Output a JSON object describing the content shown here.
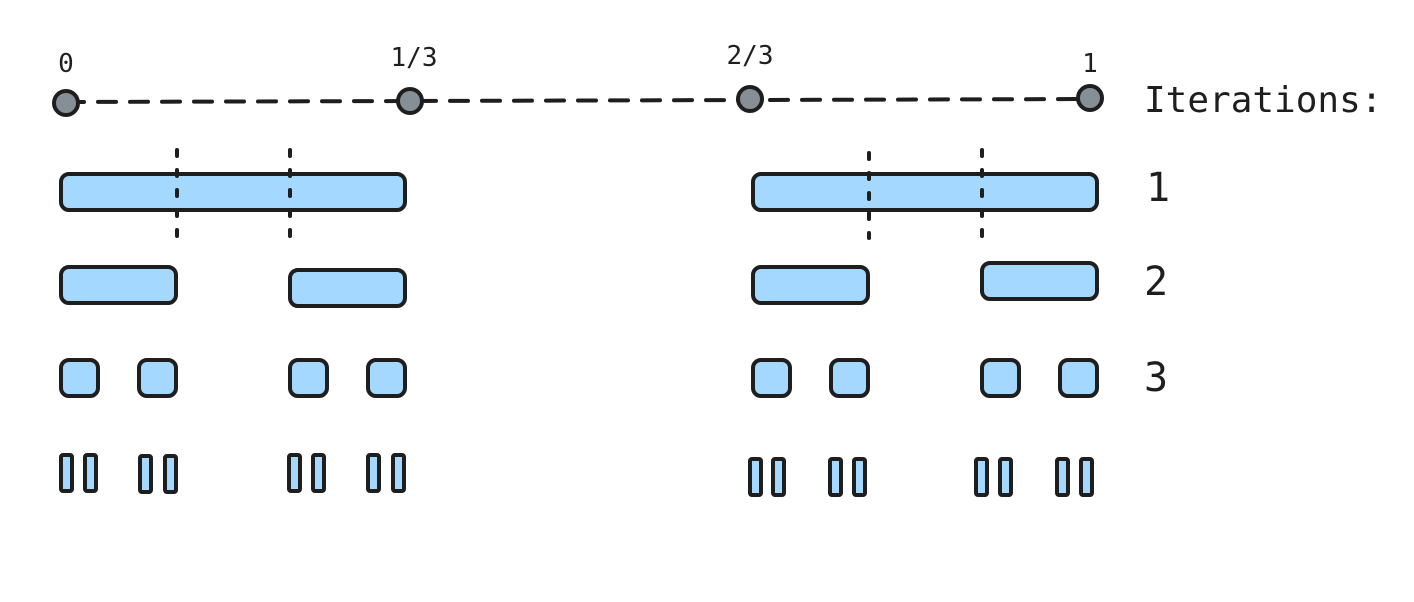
{
  "number_line": {
    "ticks": [
      {
        "label": "0",
        "value": 0
      },
      {
        "label": "1/3",
        "value": 0.3333
      },
      {
        "label": "2/3",
        "value": 0.6667
      },
      {
        "label": "1",
        "value": 1
      }
    ]
  },
  "iterations_heading": "Iterations:",
  "iterations": [
    {
      "label": "1"
    },
    {
      "label": "2"
    },
    {
      "label": "3"
    },
    {
      "label": ""
    }
  ],
  "colors": {
    "segment_fill": "#a5d8ff",
    "stroke": "#1e1e1e",
    "node_fill": "#868e96",
    "background": "#ffffff"
  }
}
